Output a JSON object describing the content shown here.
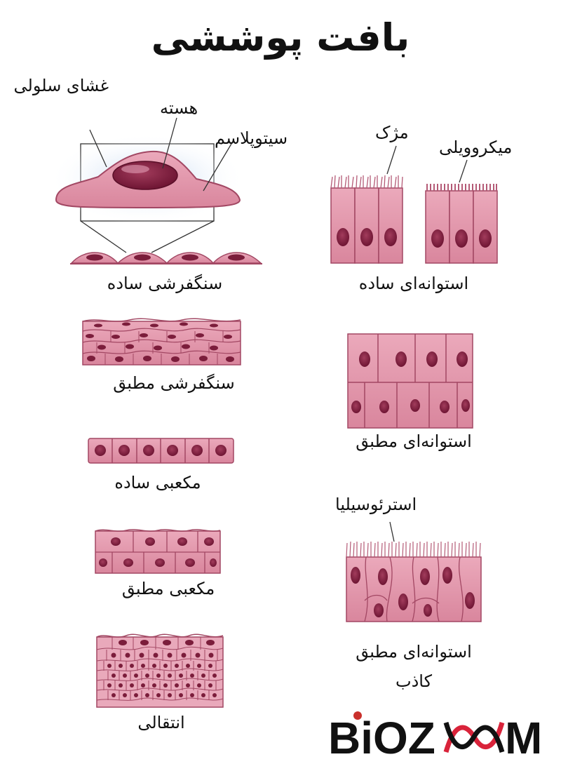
{
  "title": "بافت پوششی",
  "labels": {
    "membrane": "غشای سلولی",
    "nucleus": "هسته",
    "cytoplasm": "سیتوپلاسم",
    "cilia": "مژک",
    "microvilli": "میکروویلی",
    "stereocilia": "استرئوسیلیا"
  },
  "tissues": {
    "simple_squamous": "سنگفرشی ساده",
    "simple_columnar": "استوانه‌ای ساده",
    "stratified_squamous": "سنگفرشی مطبق",
    "stratified_columnar": "استوانه‌ای مطبق",
    "simple_cuboidal": "مکعبی ساده",
    "stratified_cuboidal": "مکعبی مطبق",
    "pseudostratified_line1": "استوانه‌ای مطبق",
    "pseudostratified_line2": "کاذب",
    "transitional": "انتقالی"
  },
  "logo": {
    "text_left": "BiOZ",
    "text_right": "M"
  },
  "colors": {
    "cell_fill": "#e39aaf",
    "cell_stroke": "#a24763",
    "nucleus": "#7b1d3b",
    "halo": "#cfe0f4"
  }
}
